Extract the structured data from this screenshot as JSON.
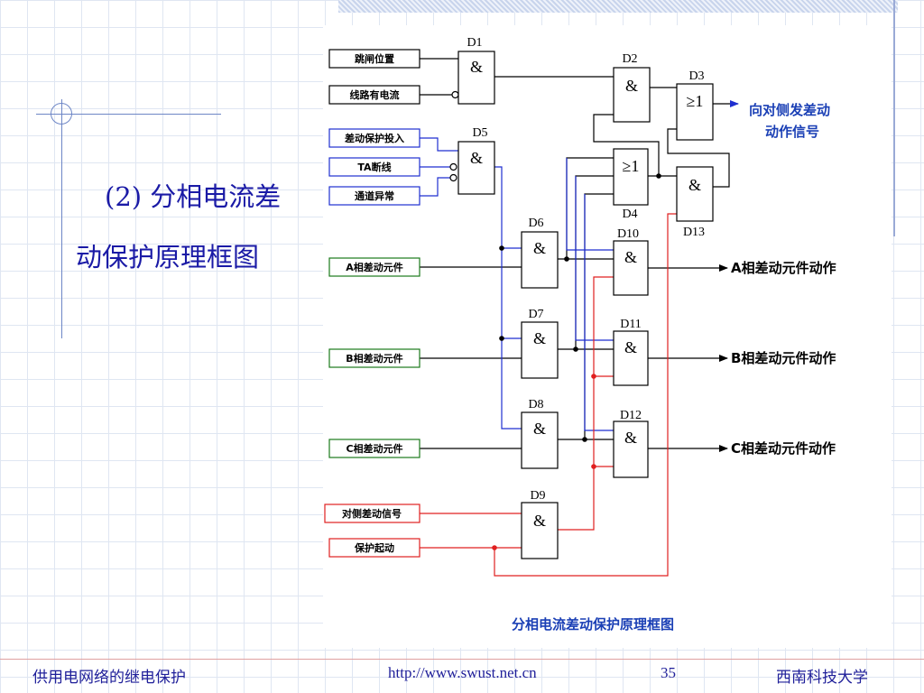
{
  "slide": {
    "title_line1": "(2) 分相电流差",
    "title_line2": "动保护原理框图"
  },
  "diagram": {
    "caption": "分相电流差动保护原理框图",
    "inputs": {
      "trip_position": "跳闸位置",
      "line_current": "线路有电流",
      "diff_enable": "差动保护投入",
      "ta_break": "TA断线",
      "channel_fault": "通道异常",
      "a_element": "A相差动元件",
      "b_element": "B相差动元件",
      "c_element": "C相差动元件",
      "remote_signal": "对侧差动信号",
      "protection_start": "保护起动"
    },
    "gates": {
      "D1": "D1",
      "D2": "D2",
      "D3": "D3",
      "D4": "D4",
      "D5": "D5",
      "D6": "D6",
      "D7": "D7",
      "D8": "D8",
      "D9": "D9",
      "D10": "D10",
      "D11": "D11",
      "D12": "D12",
      "D13": "D13"
    },
    "and_symbol": "&",
    "or_symbol": "≥1",
    "outputs": {
      "remote_send_line1": "向对侧发差动",
      "remote_send_line2": "动作信号",
      "a_trip": "A相差动元件动作",
      "b_trip": "B相差动元件动作",
      "c_trip": "C相差动元件动作"
    },
    "colors": {
      "blue": "#1f2fd0",
      "red": "#e02020",
      "black": "#000000"
    }
  },
  "footer": {
    "course": "供用电网络的继电保护",
    "url": "http://www.swust.net.cn",
    "page": "35",
    "school": "西南科技大学"
  }
}
